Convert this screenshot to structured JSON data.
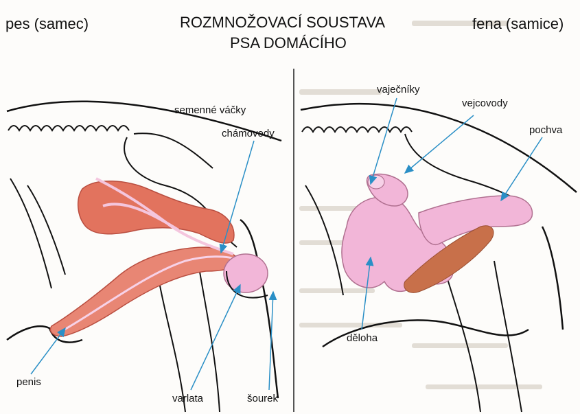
{
  "header": {
    "left": "pes (samec)",
    "title_line1": "ROZMNOŽOVACÍ SOUSTAVA",
    "title_line2": "PSA DOMÁCÍHO",
    "right": "fena (samice)"
  },
  "male": {
    "labels": {
      "seminal_vesicles": "semenné váčky",
      "vas_deferens": "chámovody",
      "penis": "penis",
      "testes": "varlata",
      "scrotum": "šourek"
    }
  },
  "female": {
    "labels": {
      "ovaries": "vaječníky",
      "oviducts": "vejcovody",
      "vagina": "pochva",
      "uterus": "děloha"
    }
  },
  "colors": {
    "line": "#111111",
    "arrow": "#2a8fc6",
    "organ_red": "#e2735e",
    "organ_pink": "#f2b6d8",
    "organ_light": "#f7d2e8",
    "muscle": "#c8704a",
    "paper": "#fdfcfa",
    "ghost_text": "#d8d2ca"
  }
}
